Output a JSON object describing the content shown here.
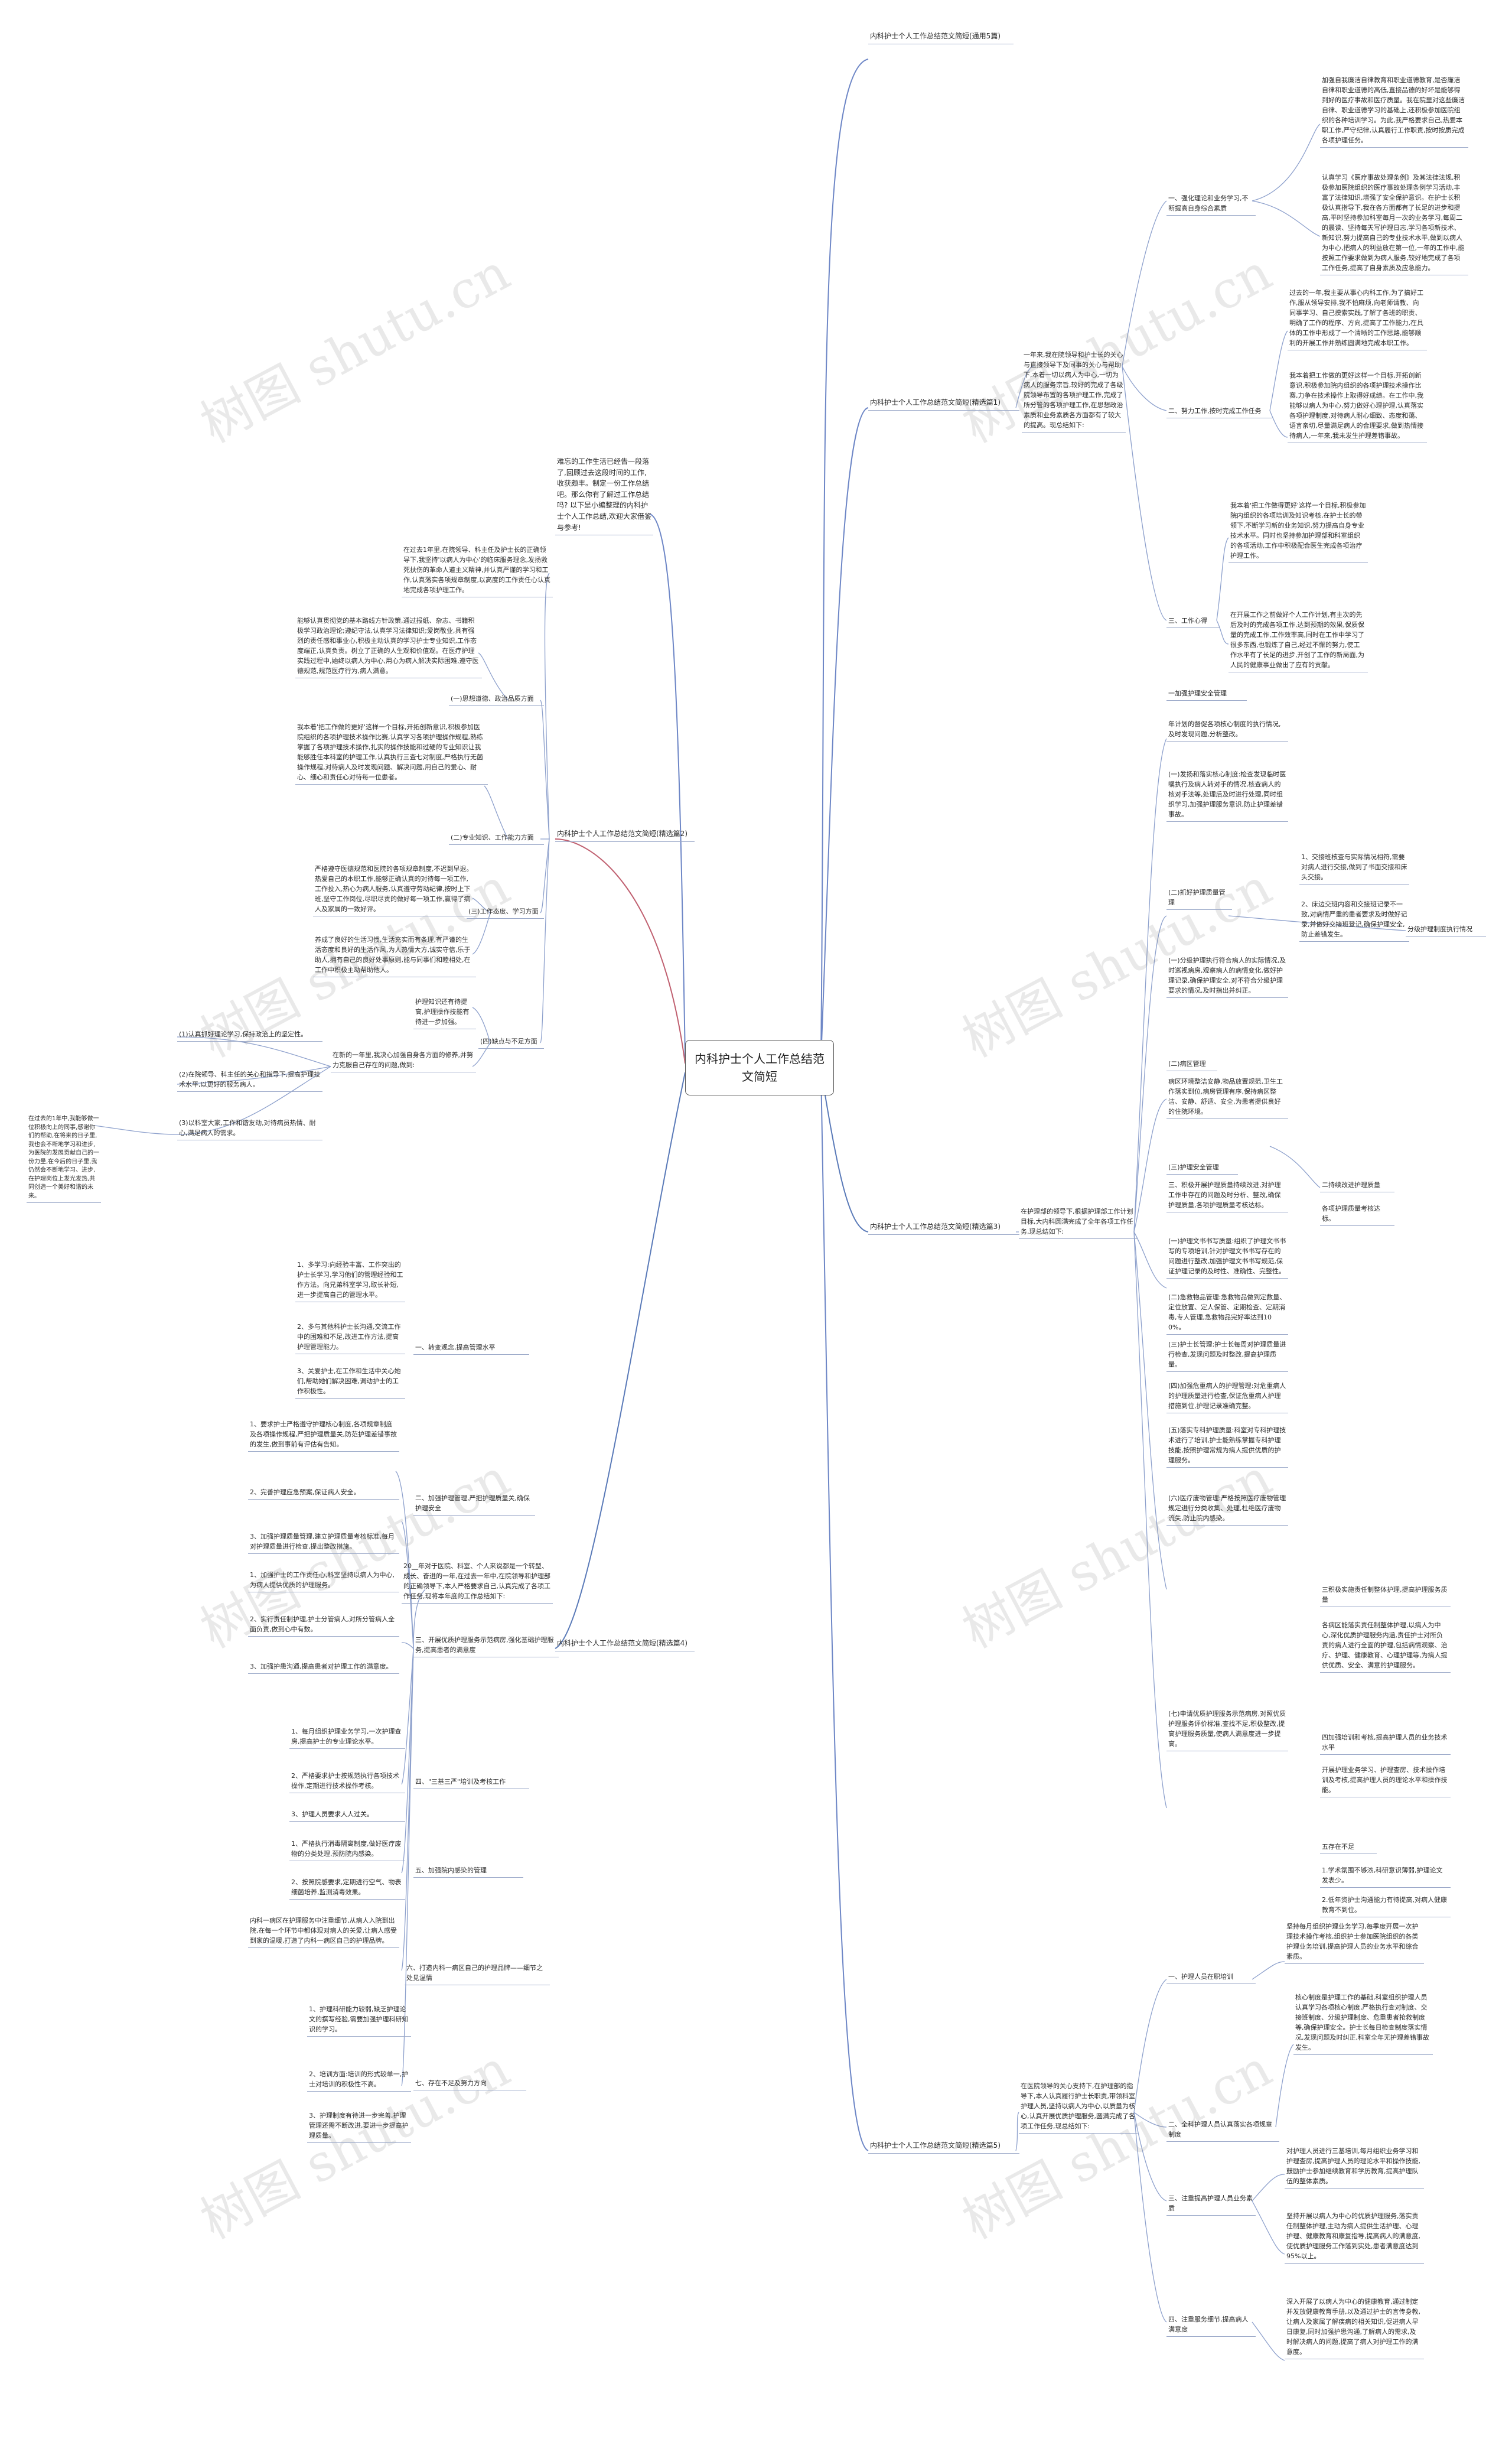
{
  "root": "内科护士个人工作总结范文简短",
  "watermark": "树图 shutu.cn",
  "intro": "难忘的工作生活已经告一段落了,回顾过去这段时间的工作,收获颇丰。制定一份工作总结吧。那么你有了解过工作总结吗? 以下是小编整理的内科护士个人工作总结,欢迎大家借鉴与参考!",
  "b1": {
    "title": "内科护士个人工作总结范文简短(通用5篇)"
  },
  "b2": {
    "title": "内科护士个人工作总结范文简短(精选篇1)",
    "lead": "一年来,我在院领导和护士长的关心与直接领导下及同事的关心与帮助下,本着一切以病人为中心,一切为病人的服务宗旨,较好的完成了各级院领导布置的各项护理工作,完成了所分管的各项护理工作,在思想政治素质和业务素质各方面都有了较大的提高。现总结如下:",
    "s1": "一、强化理论和业务学习,不断提高自身综合素质",
    "s1a": "加强自我廉洁自律教育和职业道德教育,是否廉洁自律和职业道德的高低,直接品德的好坏是能够得到好的医疗事故和医疗质量。我在院里对这些廉洁自律、职业道德学习的基础上,还积极参加医院组织的各种培训学习。为此,我严格要求自己,热爱本职工作,严守纪律,认真履行工作职责,按时按质完成各项护理任务。",
    "s1b": "认真学习《医疗事故处理条例》及其法律法规,积极参加医院组织的医疗事故处理条例学习活动,丰富了法律知识,增强了安全保护意识。在护士长积极认真指导下,我在各方面都有了长足的进步和提高,平时坚持参加科室每月一次的业务学习,每周二的晨读、坚持每天写护理日志,学习各项新技术、新知识,努力提高自己的专业技术水平,做到以病人为中心,把病人的利益放在第一位,一年的工作中,能按照工作要求做到为病人服务,较好地完成了各项工作任务,提高了自身素质及应急能力。",
    "s2": "二、努力工作,按时完成工作任务",
    "s2a": "过去的一年,我主要从事心内科工作,为了搞好工作,服从领导安排,我不怕麻烦,向老师请教、向同事学习、自己摸索实践,了解了各班的职责、明确了工作的程序、方向,提高了工作能力,在具体的工作中形成了一个清晰的工作思路,能够顺利的开展工作并熟练圆满地完成本职工作。",
    "s2b": "我本着把工作做的更好这样一个目标,开拓创新意识,积极参加院内组织的各项护理技术操作比赛,力争在技术操作上取得好成绩。在工作中,我能够以病人为中心,努力做好心理护理,认真落实各项护理制度,对待病人耐心细致、态度和蔼、语言亲切,尽量满足病人的合理要求,做到热情接待病人,一年来,我未发生护理差错事故。",
    "s3": "三、工作心得",
    "s3a": "我本着'把工作做得更好'这样一个目标,积极参加院内组织的各项培训及知识考核,在护士长的带领下,不断学习新的业务知识,努力提高自身专业技术水平。同时也坚持参加护理部和科室组织的各项活动,工作中积极配合医生完成各项治疗护理工作。",
    "s3b": "在开展工作之前做好个人工作计划,有主次的先后及时的完成各项工作,达到预期的效果,保质保量的完成工作,工作效率高,同时在工作中学习了很多东西,也锻炼了自己,经过不懈的努力,使工作水平有了长足的进步,开创了工作的新局面,为人民的健康事业做出了应有的贡献。"
  },
  "b3": {
    "title": "内科护士个人工作总结范文简短(精选篇2)",
    "lead": "在过去1年里,在院领导、科主任及护士长的正确领导下,我坚持'以病人为中心'的临床服务理念,发扬救死扶伤的革命人道主义精神,并认真严谨的学习和工作,认真落实各项规章制度,以高度的工作责任心认真地完成各项护理工作。",
    "s1": "(一)思想道德、政治品质方面",
    "s1a": "能够认真贯彻党的基本路线方针政策,通过报纸、杂志、书籍积极学习政治理论;遵纪守法,认真学习法律知识;爱岗敬业,具有强烈的责任感和事业心,积极主动认真的学习护士专业知识,工作态度端正,认真负责。树立了正确的人生观和价值观。在医疗护理实践过程中,始终以病人为中心,用心为病人解决实际困难,遵守医德规范,规范医疗行为,病人满意。",
    "s2": "(二)专业知识、工作能力方面",
    "s2a": "我本着'把工作做的更好'这样一个目标,开拓创新意识,积极参加医院组织的各项护理技术操作比赛,认真学习各项护理操作规程,熟练掌握了各项护理技术操作,扎实的操作技能和过硬的专业知识让我能够胜任本科室的护理工作,认真执行三查七对制度,严格执行无菌操作规程,对待病人及时发现问题、解决问题,用自己的爱心、耐心、细心和责任心对待每一位患者。",
    "s3": "(三)工作态度、学习方面",
    "s3a": "严格遵守医德规范和医院的各项规章制度,不迟到早退。热爱自己的本职工作,能够正确认真的对待每一项工作,工作投入,热心为病人服务,认真遵守劳动纪律,按时上下班,坚守工作岗位,尽职尽责的做好每一项工作,赢得了病人及家属的一致好评。",
    "s3b": "养成了良好的生活习惯,生活充实而有条理,有严谨的生活态度和良好的生活作风,为人热情大方,诚实守信,乐于助人,拥有自己的良好处事原则,能与同事们和睦相处,在工作中积极主动帮助他人。",
    "s4": "(四)缺点与不足方面",
    "s4a": "护理知识还有待提高,护理操作技能有待进一步加强。",
    "s4b": "在新的一年里,我决心加强自身各方面的修养,并努力克服自己存在的问题,做到:",
    "s4c": "(1)认真抓好理论学习,保持政治上的坚定性。",
    "s4d": "(2)在院领导、科主任的关心和指导下,提高护理技术水平,以更好的服务病人。",
    "s4e": "(3)以科室大家,工作和谐友动,对待病员热情、耐心,满足病人的需求。",
    "s4f": "在过去的1年中,我能够做一位积极向上的同事,感谢你们的帮助,在将来的日子里,我也会不断地学习和进步,为医院的发展贡献自己的一份力量,在今后的日子里,我仍然会不断地学习、进步,在护理岗位上发光发热,共同创造一个美好和谐的未来。"
  },
  "b4": {
    "title": "内科护士个人工作总结范文简短(精选篇3)",
    "lead": "在护理部的领导下,根据护理部工作计划目标,大内科圆满完成了全年各项工作任务,现总结如下:",
    "s1": "一加强护理安全管理",
    "s1a": "年计划的督促各项核心制度的执行情况,及时发现问题,分析整改。",
    "s1b": "(一)发扬和落实核心制度:检查发现临时医嘱执行及病人转对手的情况,核查病人的核对手法等,处理后及时进行处理,同时组织学习,加强护理服务意识,防止护理差错事故。",
    "s2": "(二)抓好护理质量管理",
    "s2a": "1、交接班核查与实际情况相符,需要对病人进行交接,做到了书面交接和床头交接。",
    "s2b": "2、床边交班内容和交接班记录不一致,对病情严重的患者要求及时做好记录,并做好交接班登记,确保护理安全,防止差错发生。",
    "s2c": "分级护理制度执行情况",
    "s2d": "(一)分级护理执行符合病人的实际情况,及时巡视病房,观察病人的病情变化,做好护理记录,确保护理安全,对不符合分级护理要求的情况,及时指出并纠正。",
    "s3": "(二)病区管理",
    "s3a": "病区环境整洁安静,物品放置规范,卫生工作落实到位,病房管理有序,保持病区整洁、安静、舒适、安全,为患者提供良好的住院环境。",
    "s4": "(三)护理安全管理",
    "s4a": "三、积极开展护理质量持续改进,对护理工作中存在的问题及时分析、整改,确保护理质量,各项护理质量考核达标。",
    "s4b": "(一)护理文书书写质量:组织了护理文书书写的专项培训,针对护理文书书写存在的问题进行整改,加强护理文书书写规范,保证护理记录的及时性、准确性、完整性。",
    "s4c": "(二)急救物品管理:急救物品做到定数量、定位放置、定人保管、定期检查、定期消毒,专人管理,急救物品完好率达到100%。",
    "s4d": "(三)护士长管理:护士长每周对护理质量进行检查,发现问题及时整改,提高护理质量。",
    "s5": "二持续改进护理质量",
    "s5a": "各项护理质量考核达标。",
    "s5b": "(四)加强危重病人的护理管理:对危重病人的护理质量进行检查,保证危重病人护理措施到位,护理记录准确完整。",
    "s5c": "(五)落实专科护理质量:科室对专科护理技术进行了培训,护士能熟练掌握专科护理技能,按照护理常规为病人提供优质的护理服务。",
    "s5d": "(六)医疗废物管理:严格按照医疗废物管理规定进行分类收集、处理,杜绝医疗废物流失,防止院内感染。",
    "s6": "三积极实施责任制整体护理,提高护理服务质量",
    "s6a": "各病区能落实责任制整体护理,以病人为中心,深化优质护理服务内涵,责任护士对所负责的病人进行全面的护理,包括病情观察、治疗、护理、健康教育、心理护理等,为病人提供优质、安全、满意的护理服务。",
    "s6b": "(七)申请优质护理服务示范病房,对照优质护理服务评价标准,查找不足,积极整改,提高护理服务质量,使病人满意度进一步提高。",
    "s7": "四加强培训和考核,提高护理人员的业务技术水平",
    "s7a": "开展护理业务学习、护理查房、技术操作培训及考核,提高护理人员的理论水平和操作技能。",
    "s7b": "五存在不足",
    "s7c": "1.学术氛围不够浓,科研意识薄弱,护理论文发表少。",
    "s7d": "2.低年资护士沟通能力有待提高,对病人健康教育不到位。"
  },
  "b5": {
    "title": "内科护士个人工作总结范文简短(精选篇4)",
    "lead": "20__年对于医院、科室、个人来说都是一个转型、成长、奋进的一年,在过去一年中,在院领导和护理部的正确领导下,本人严格要求自己,认真完成了各项工作任务,现将本年度的工作总结如下:",
    "s1": "一、转变观念,提高管理水平",
    "s1a": "1、多学习:向经验丰富、工作突出的护士长学习,学习他们的管理经验和工作方法。向兄弟科室学习,取长补短,进一步提高自己的管理水平。",
    "s1b": "2、多与其他科护士长沟通,交流工作中的困难和不足,改进工作方法,提高护理管理能力。",
    "s1c": "3、关爱护士,在工作和生活中关心她们,帮助她们解决困难,调动护士的工作积极性。",
    "s2": "二、加强护理管理,严把护理质量关,确保护理安全",
    "s2a": "1、要求护士严格遵守护理核心制度,各项规章制度及各项操作规程,严把护理质量关,防范护理差错事故的发生,做到事前有评估有告知。",
    "s2b": "2、完善护理应急预案,保证病人安全。",
    "s2c": "3、加强护理质量管理,建立护理质量考核标准,每月对护理质量进行检查,提出整改措施。",
    "s3": "三、开展优质护理服务示范病房,强化基础护理服务,提高患者的满意度",
    "s3a": "1、加强护士的工作责任心,科室坚持以病人为中心,为病人提供优质的护理服务。",
    "s3b": "2、实行责任制护理,护士分管病人,对所分管病人全面负责,做到心中有数。",
    "s3c": "3、加强护患沟通,提高患者对护理工作的满意度。",
    "s4": "四、\"三基三严\"培训及考核工作",
    "s4a": "1、每月组织护理业务学习,一次护理查房,提高护士的专业理论水平。",
    "s4b": "2、严格要求护士按规范执行各项技术操作,定期进行技术操作考核。",
    "s4c": "3、护理人员要求人人过关。",
    "s5": "五、加强院内感染的管理",
    "s5a": "1、严格执行消毒隔离制度,做好医疗废物的分类处理,预防院内感染。",
    "s5b": "2、按照院感要求,定期进行空气、物表细菌培养,监测消毒效果。",
    "s6": "六、打造内科一病区自己的护理品牌——细节之处见温情",
    "s6a": "内科一病区在护理服务中注重细节,从病人入院到出院,在每一个环节中都体现对病人的关爱,让病人感受到家的温暖,打造了内科一病区自己的护理品牌。",
    "s7": "七、存在不足及努力方向",
    "s7a": "1、护理科研能力较弱,缺乏护理论文的撰写经验,需要加强护理科研知识的学习。",
    "s7b": "2、培训方面:培训的形式较单一,护士对培训的积极性不高。",
    "s7c": "3、护理制度有待进一步完善,护理管理还需不断改进,要进一步提高护理质量。"
  },
  "b6": {
    "title": "内科护士个人工作总结范文简短(精选篇5)",
    "lead": "在医院领导的关心支持下,在护理部的指导下,本人认真履行护士长职责,带领科室护理人员,坚持以病人为中心,以质量为核心,认真开展优质护理服务,圆满完成了各项工作任务,现总结如下:",
    "s1": "一、护理人员在职培训",
    "s1a": "坚持每月组织护理业务学习,每季度开展一次护理技术操作考核,组织护士参加医院组织的各类护理业务培训,提高护理人员的业务水平和综合素质。",
    "s2": "二、全科护理人员认真落实各项规章制度",
    "s2a": "核心制度是护理工作的基础,科室组织护理人员认真学习各项核心制度,严格执行查对制度、交接班制度、分级护理制度、危重患者抢救制度等,确保护理安全。护士长每日检查制度落实情况,发现问题及时纠正,科室全年无护理差错事故发生。",
    "s3": "三、注重提高护理人员业务素质",
    "s3a": "对护理人员进行三基培训,每月组织业务学习和护理查房,提高护理人员的理论水平和操作技能,鼓励护士参加继续教育和学历教育,提高护理队伍的整体素质。",
    "s3b": "坚持开展以病人为中心的优质护理服务,落实责任制整体护理,主动为病人提供生活护理、心理护理、健康教育和康复指导,提高病人的满意度,使优质护理服务工作落到实处,患者满意度达到95%以上。",
    "s4": "四、注重服务细节,提高病人满意度",
    "s4a": "深入开展了以病人为中心的健康教育,通过制定并发放健康教育手册,以及通过护士的言传身教,让病人及家属了解疾病的相关知识,促进病人早日康复,同时加强护患沟通,了解病人的需求,及时解决病人的问题,提高了病人对护理工作的满意度。"
  }
}
